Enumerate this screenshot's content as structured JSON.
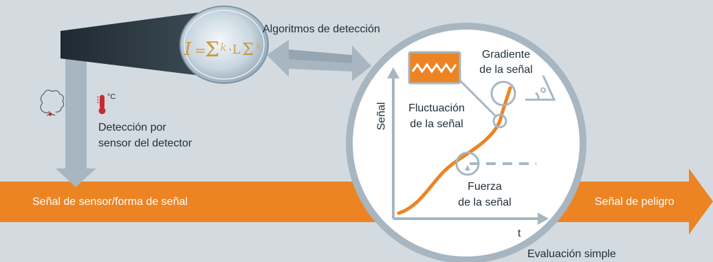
{
  "labels": {
    "algoritmos": "Algoritmos de detección",
    "deteccion_line1": "Detección por",
    "deteccion_line2": "sensor del detector",
    "celsius": "°C",
    "signal_bar": "Señal de sensor/forma de señal",
    "peligro": "Señal de peligro",
    "gradiente_line1": "Gradiente",
    "gradiente_line2": "de la señal",
    "fluctuacion_line1": "Fluctuación",
    "fluctuacion_line2": "de la señal",
    "fuerza_line1": "Fuerza",
    "fuerza_line2": "de la señal",
    "axis_y": "Señal",
    "axis_x": "t",
    "evaluacion": "Evaluación simple"
  },
  "colors": {
    "background": "#d3dbe1",
    "orange": "#ec8424",
    "arrow_gray": "#a7b6c1",
    "dark_text": "#1f2d36",
    "circle_fill": "#ffffff",
    "thermometer": "#c22f2f"
  },
  "icons": {
    "smoke": "smoke-icon",
    "thermometer": "thermometer-icon",
    "angle": "angle-icon",
    "magnifier": "magnifier-lens-icon"
  }
}
